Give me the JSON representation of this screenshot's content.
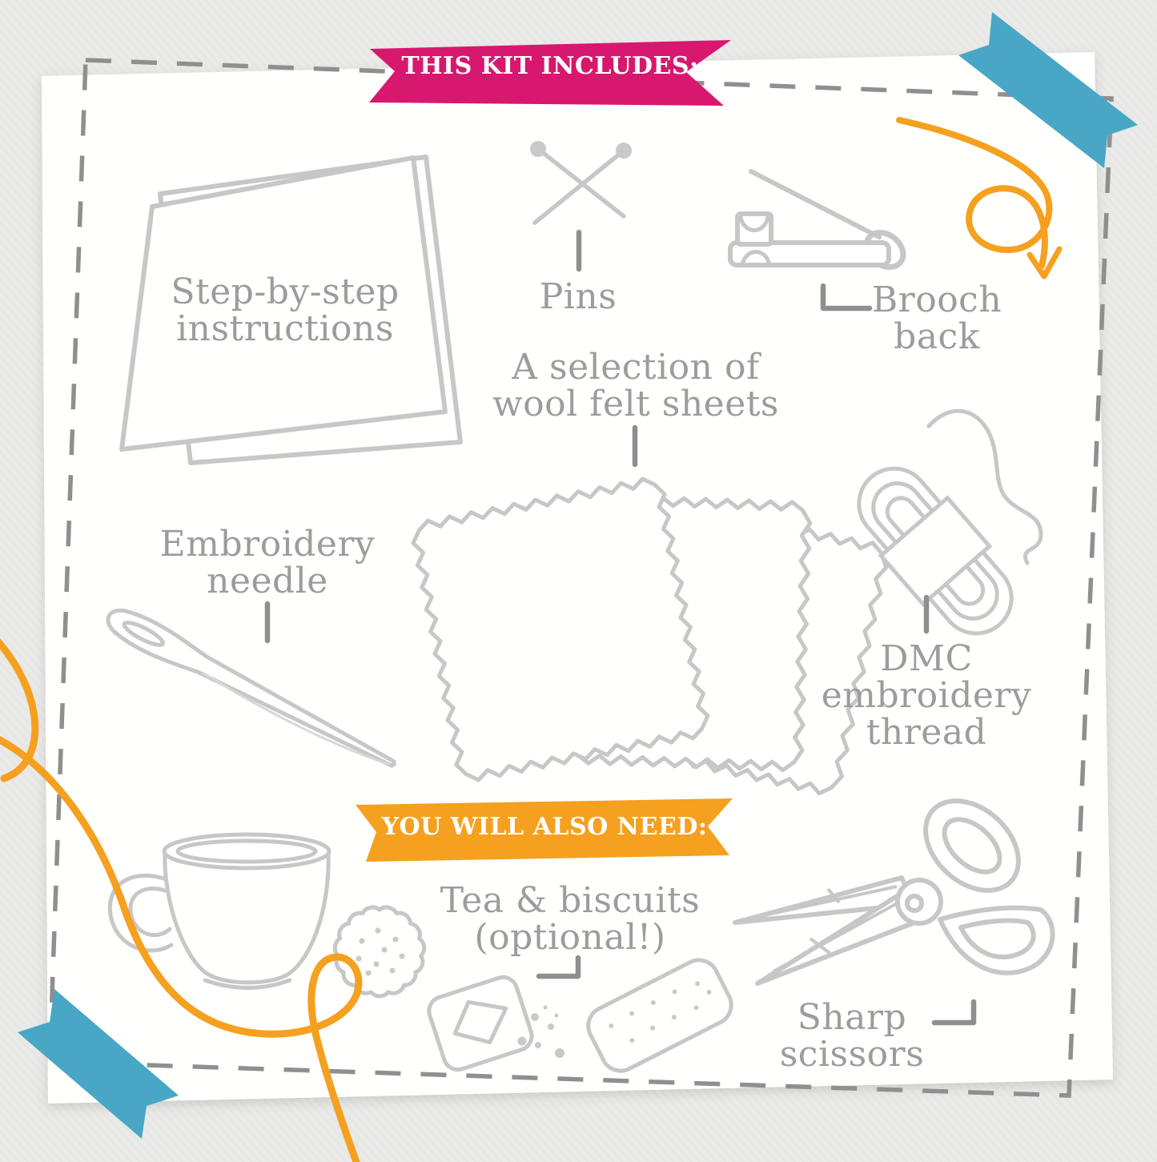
{
  "colors": {
    "banner_pink": "#d8176f",
    "banner_orange": "#f5a01f",
    "tape_teal": "#47a7c4",
    "thread_orange": "#f5a01f",
    "line_gray": "#c7c7c7",
    "label_gray": "#9c9c9c",
    "connector_gray": "#8f8f8f",
    "paper_white": "#fffffe",
    "background_gray": "#eaeae8"
  },
  "banners": {
    "includes": {
      "label": "THIS KIT INCLUDES:"
    },
    "also_need": {
      "label": "YOU WILL ALSO NEED:"
    }
  },
  "kit_includes": {
    "instructions": {
      "icon": "booklet-illustration",
      "line1": "Step-by-step",
      "line2": "instructions"
    },
    "pins": {
      "icon": "crossed-pins-illustration",
      "label": "Pins"
    },
    "brooch_back": {
      "icon": "safety-pin-illustration",
      "line1": "Brooch",
      "line2": "back"
    },
    "felt": {
      "icon": "felt-sheets-illustration",
      "line1": "A selection of",
      "line2": "wool felt sheets"
    },
    "needle": {
      "icon": "needle-illustration",
      "line1": "Embroidery",
      "line2": "needle"
    },
    "thread": {
      "icon": "floss-skein-illustration",
      "line1": "DMC",
      "line2": "embroidery",
      "line3": "thread"
    }
  },
  "also_need": {
    "tea": {
      "icon": "teacup-and-biscuits-illustration",
      "line1": "Tea & biscuits",
      "line2": "(optional!)"
    },
    "scissors": {
      "icon": "scissors-illustration",
      "line1": "Sharp",
      "line2": "scissors"
    }
  }
}
